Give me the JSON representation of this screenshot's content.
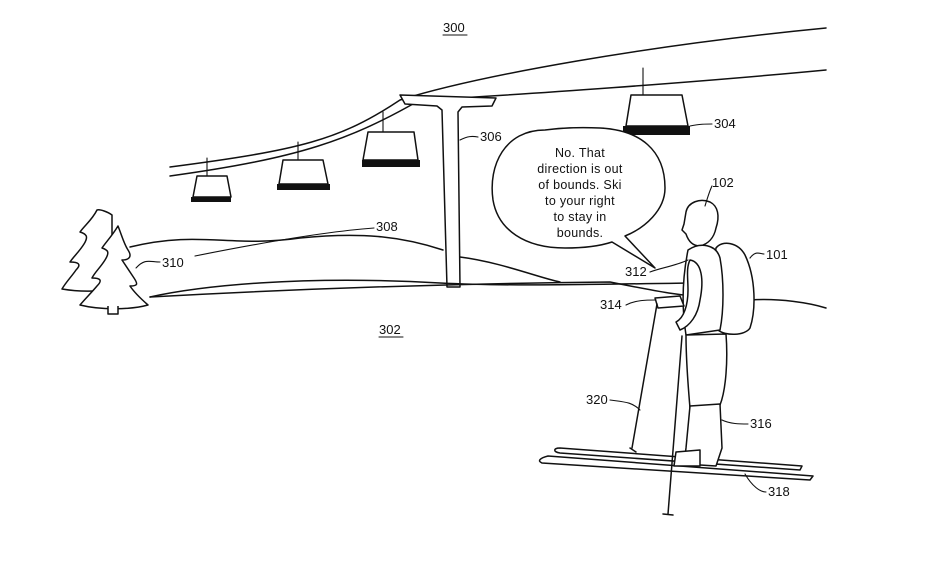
{
  "figure": {
    "number": "300",
    "speech_bubble": {
      "lines": [
        "No. That",
        "direction is out",
        "of bounds. Ski",
        "to your right",
        "to stay in",
        "bounds."
      ]
    },
    "labels": {
      "ski_area": "302",
      "chair_right": "304",
      "lift_tower": "306",
      "hill": "308",
      "trees": "310",
      "user": "102",
      "backpack": "101",
      "collar_device": "312",
      "hand_device": "314",
      "boots": "316",
      "skis": "318",
      "pole": "320"
    }
  }
}
